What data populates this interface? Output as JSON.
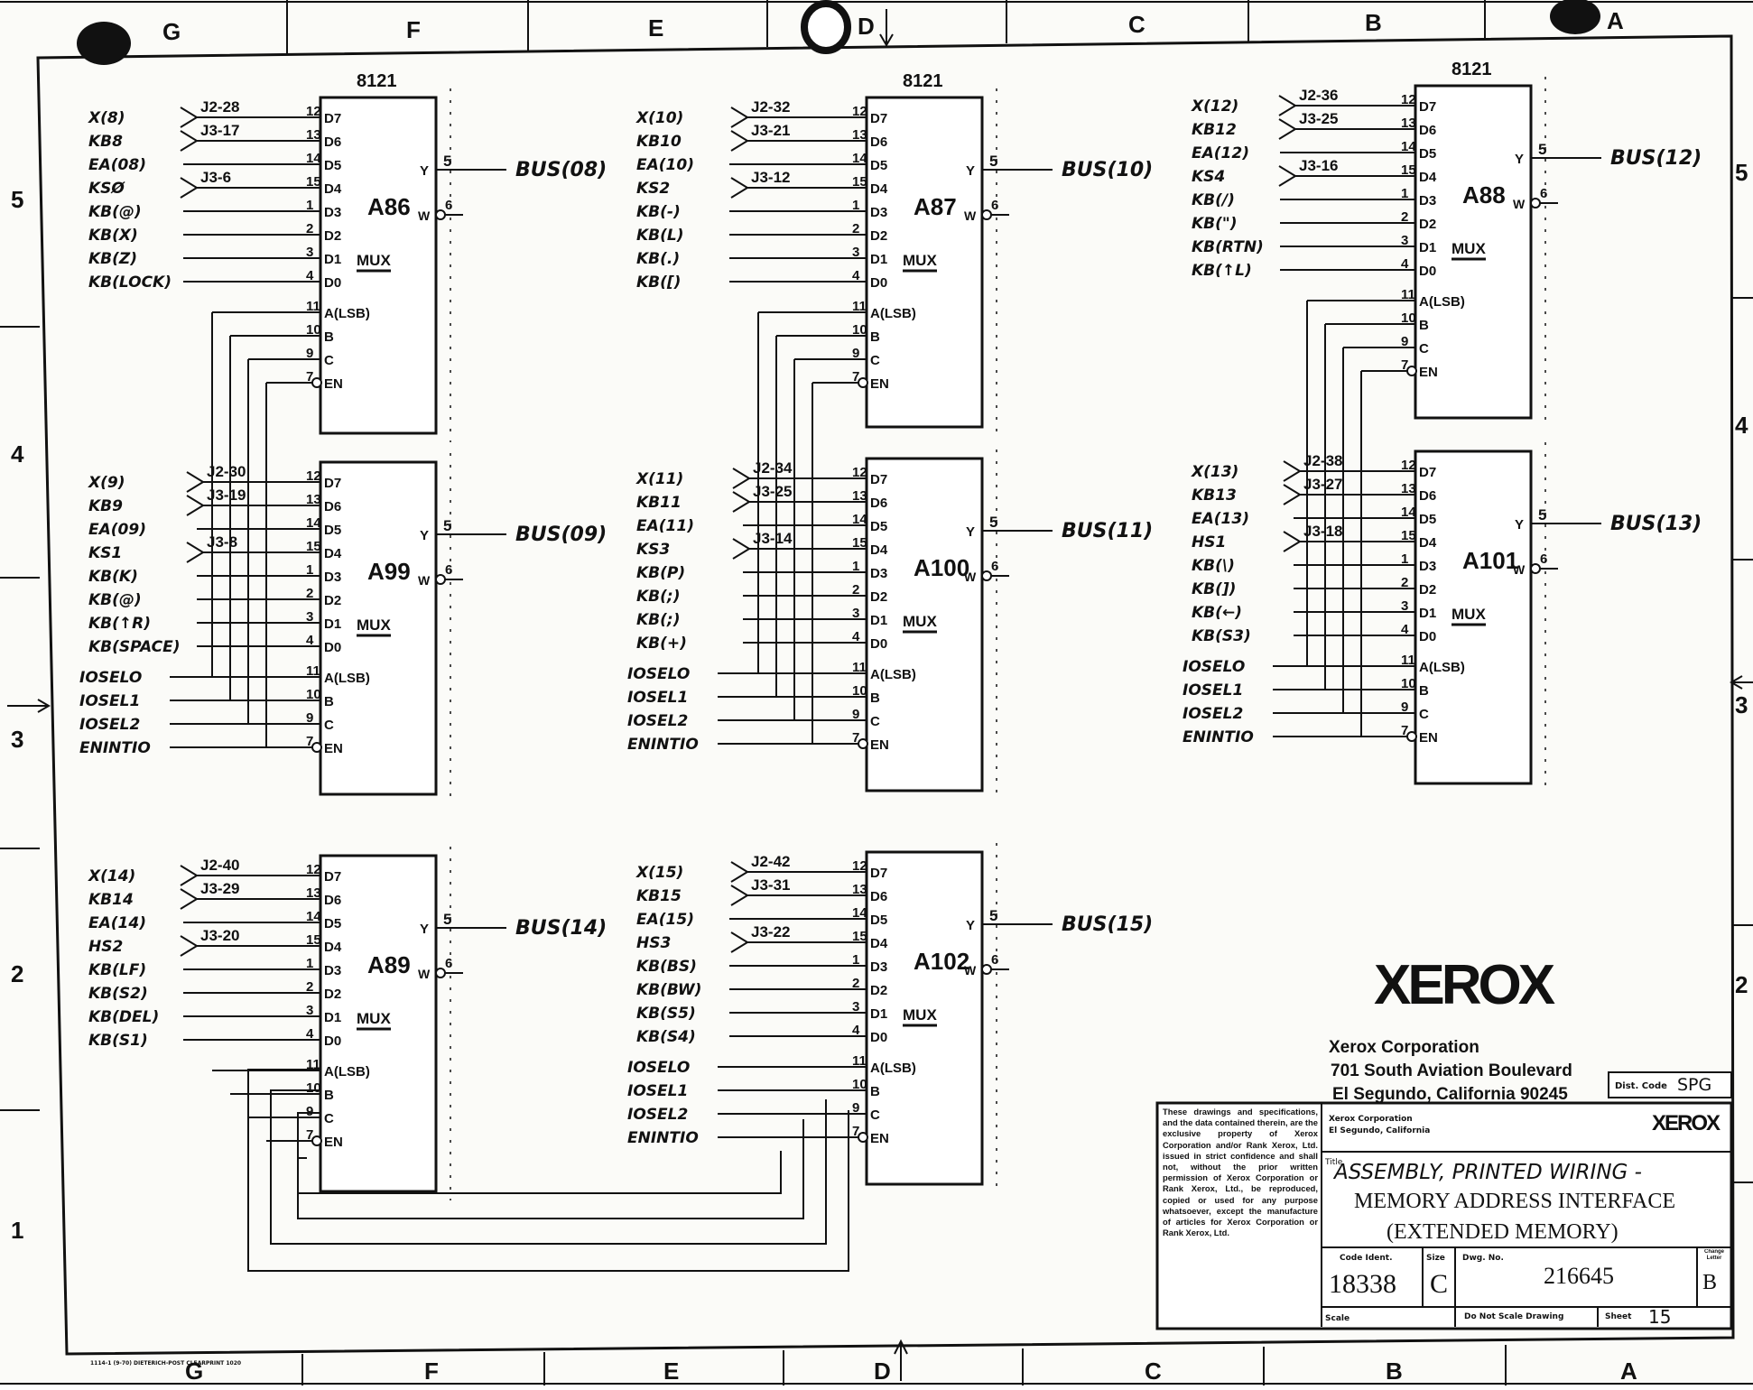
{
  "border": {
    "columns_top": [
      "G",
      "F",
      "E",
      "D",
      "C",
      "B",
      "A"
    ],
    "columns_bottom": [
      "G",
      "F",
      "E",
      "D",
      "C",
      "B",
      "A"
    ],
    "rows_left": [
      "5",
      "4",
      "3",
      "2",
      "1"
    ],
    "rows_right": [
      "5",
      "4",
      "3",
      "2"
    ],
    "print_mark": "1114-1 (9-70) DIETERICH-POST CLEARPRINT 1020"
  },
  "chips": [
    {
      "ref": "A86",
      "part": "8121",
      "type": "MUX",
      "bus": "BUS(08)",
      "inputs": [
        {
          "pin": "12",
          "name": "D7",
          "signal": "X(8)",
          "conn": "J2-28"
        },
        {
          "pin": "13",
          "name": "D6",
          "signal": "KB8",
          "conn": "J3-17"
        },
        {
          "pin": "14",
          "name": "D5",
          "signal": "EA(08)",
          "conn": ""
        },
        {
          "pin": "15",
          "name": "D4",
          "signal": "KSØ",
          "conn": "J3-6"
        },
        {
          "pin": "1",
          "name": "D3",
          "signal": "KB(@)",
          "conn": ""
        },
        {
          "pin": "2",
          "name": "D2",
          "signal": "KB(X)",
          "conn": ""
        },
        {
          "pin": "3",
          "name": "D1",
          "signal": "KB(Z)",
          "conn": ""
        },
        {
          "pin": "4",
          "name": "D0",
          "signal": "KB(LOCK)",
          "conn": ""
        }
      ],
      "sel": [
        {
          "pin": "11",
          "name": "A(LSB)",
          "signal": ""
        },
        {
          "pin": "10",
          "name": "B",
          "signal": ""
        },
        {
          "pin": "9",
          "name": "C",
          "signal": ""
        },
        {
          "pin": "7",
          "name": "EN",
          "signal": ""
        }
      ],
      "y_pin": "5",
      "w_pin": "6"
    },
    {
      "ref": "A99",
      "part": "",
      "type": "MUX",
      "bus": "BUS(09)",
      "inputs": [
        {
          "pin": "12",
          "name": "D7",
          "signal": "X(9)",
          "conn": "J2-30"
        },
        {
          "pin": "13",
          "name": "D6",
          "signal": "KB9",
          "conn": "J3-19"
        },
        {
          "pin": "14",
          "name": "D5",
          "signal": "EA(09)",
          "conn": ""
        },
        {
          "pin": "15",
          "name": "D4",
          "signal": "KS1",
          "conn": "J3-8"
        },
        {
          "pin": "1",
          "name": "D3",
          "signal": "KB(K)",
          "conn": ""
        },
        {
          "pin": "2",
          "name": "D2",
          "signal": "KB(@)",
          "conn": ""
        },
        {
          "pin": "3",
          "name": "D1",
          "signal": "KB(↑R)",
          "conn": ""
        },
        {
          "pin": "4",
          "name": "D0",
          "signal": "KB(SPACE)",
          "conn": ""
        }
      ],
      "sel": [
        {
          "pin": "11",
          "name": "A(LSB)",
          "signal": "IOSELO"
        },
        {
          "pin": "10",
          "name": "B",
          "signal": "IOSEL1"
        },
        {
          "pin": "9",
          "name": "C",
          "signal": "IOSEL2"
        },
        {
          "pin": "7",
          "name": "EN",
          "signal": "ENINTIO"
        }
      ],
      "y_pin": "5",
      "w_pin": "6"
    },
    {
      "ref": "A89",
      "part": "",
      "type": "MUX",
      "bus": "BUS(14)",
      "inputs": [
        {
          "pin": "12",
          "name": "D7",
          "signal": "X(14)",
          "conn": "J2-40"
        },
        {
          "pin": "13",
          "name": "D6",
          "signal": "KB14",
          "conn": "J3-29"
        },
        {
          "pin": "14",
          "name": "D5",
          "signal": "EA(14)",
          "conn": ""
        },
        {
          "pin": "15",
          "name": "D4",
          "signal": "HS2",
          "conn": "J3-20"
        },
        {
          "pin": "1",
          "name": "D3",
          "signal": "KB(LF)",
          "conn": ""
        },
        {
          "pin": "2",
          "name": "D2",
          "signal": "KB(S2)",
          "conn": ""
        },
        {
          "pin": "3",
          "name": "D1",
          "signal": "KB(DEL)",
          "conn": ""
        },
        {
          "pin": "4",
          "name": "D0",
          "signal": "KB(S1)",
          "conn": ""
        }
      ],
      "sel": [
        {
          "pin": "11",
          "name": "A(LSB)",
          "signal": ""
        },
        {
          "pin": "10",
          "name": "B",
          "signal": ""
        },
        {
          "pin": "9",
          "name": "C",
          "signal": ""
        },
        {
          "pin": "7",
          "name": "EN",
          "signal": ""
        }
      ],
      "y_pin": "5",
      "w_pin": "6"
    },
    {
      "ref": "A87",
      "part": "8121",
      "type": "MUX",
      "bus": "BUS(10)",
      "inputs": [
        {
          "pin": "12",
          "name": "D7",
          "signal": "X(10)",
          "conn": "J2-32"
        },
        {
          "pin": "13",
          "name": "D6",
          "signal": "KB10",
          "conn": "J3-21"
        },
        {
          "pin": "14",
          "name": "D5",
          "signal": "EA(10)",
          "conn": ""
        },
        {
          "pin": "15",
          "name": "D4",
          "signal": "KS2",
          "conn": "J3-12"
        },
        {
          "pin": "1",
          "name": "D3",
          "signal": "KB(-)",
          "conn": ""
        },
        {
          "pin": "2",
          "name": "D2",
          "signal": "KB(L)",
          "conn": ""
        },
        {
          "pin": "3",
          "name": "D1",
          "signal": "KB(.)",
          "conn": ""
        },
        {
          "pin": "4",
          "name": "D0",
          "signal": "KB([)",
          "conn": ""
        }
      ],
      "sel": [
        {
          "pin": "11",
          "name": "A(LSB)",
          "signal": ""
        },
        {
          "pin": "10",
          "name": "B",
          "signal": ""
        },
        {
          "pin": "9",
          "name": "C",
          "signal": ""
        },
        {
          "pin": "7",
          "name": "EN",
          "signal": ""
        }
      ],
      "y_pin": "5",
      "w_pin": "6"
    },
    {
      "ref": "A100",
      "part": "",
      "type": "MUX",
      "bus": "BUS(11)",
      "inputs": [
        {
          "pin": "12",
          "name": "D7",
          "signal": "X(11)",
          "conn": "J2-34"
        },
        {
          "pin": "13",
          "name": "D6",
          "signal": "KB11",
          "conn": "J3-25"
        },
        {
          "pin": "14",
          "name": "D5",
          "signal": "EA(11)",
          "conn": ""
        },
        {
          "pin": "15",
          "name": "D4",
          "signal": "KS3",
          "conn": "J3-14"
        },
        {
          "pin": "1",
          "name": "D3",
          "signal": "KB(P)",
          "conn": ""
        },
        {
          "pin": "2",
          "name": "D2",
          "signal": "KB(;)",
          "conn": ""
        },
        {
          "pin": "3",
          "name": "D1",
          "signal": "KB(;)",
          "conn": ""
        },
        {
          "pin": "4",
          "name": "D0",
          "signal": "KB(+)",
          "conn": ""
        }
      ],
      "sel": [
        {
          "pin": "11",
          "name": "A(LSB)",
          "signal": "IOSELO"
        },
        {
          "pin": "10",
          "name": "B",
          "signal": "IOSEL1"
        },
        {
          "pin": "9",
          "name": "C",
          "signal": "IOSEL2"
        },
        {
          "pin": "7",
          "name": "EN",
          "signal": "ENINTIO"
        }
      ],
      "y_pin": "5",
      "w_pin": "6"
    },
    {
      "ref": "A102",
      "part": "",
      "type": "MUX",
      "bus": "BUS(15)",
      "inputs": [
        {
          "pin": "12",
          "name": "D7",
          "signal": "X(15)",
          "conn": "J2-42"
        },
        {
          "pin": "13",
          "name": "D6",
          "signal": "KB15",
          "conn": "J3-31"
        },
        {
          "pin": "14",
          "name": "D5",
          "signal": "EA(15)",
          "conn": ""
        },
        {
          "pin": "15",
          "name": "D4",
          "signal": "HS3",
          "conn": "J3-22"
        },
        {
          "pin": "1",
          "name": "D3",
          "signal": "KB(BS)",
          "conn": ""
        },
        {
          "pin": "2",
          "name": "D2",
          "signal": "KB(BW)",
          "conn": ""
        },
        {
          "pin": "3",
          "name": "D1",
          "signal": "KB(S5)",
          "conn": ""
        },
        {
          "pin": "4",
          "name": "D0",
          "signal": "KB(S4)",
          "conn": ""
        }
      ],
      "sel": [
        {
          "pin": "11",
          "name": "A(LSB)",
          "signal": "IOSELO"
        },
        {
          "pin": "10",
          "name": "B",
          "signal": "IOSEL1"
        },
        {
          "pin": "9",
          "name": "C",
          "signal": "IOSEL2"
        },
        {
          "pin": "7",
          "name": "EN",
          "signal": "ENINTIO"
        }
      ],
      "y_pin": "5",
      "w_pin": "6"
    },
    {
      "ref": "A88",
      "part": "8121",
      "type": "MUX",
      "bus": "BUS(12)",
      "inputs": [
        {
          "pin": "12",
          "name": "D7",
          "signal": "X(12)",
          "conn": "J2-36"
        },
        {
          "pin": "13",
          "name": "D6",
          "signal": "KB12",
          "conn": "J3-25"
        },
        {
          "pin": "14",
          "name": "D5",
          "signal": "EA(12)",
          "conn": ""
        },
        {
          "pin": "15",
          "name": "D4",
          "signal": "KS4",
          "conn": "J3-16"
        },
        {
          "pin": "1",
          "name": "D3",
          "signal": "KB(/)",
          "conn": ""
        },
        {
          "pin": "2",
          "name": "D2",
          "signal": "KB(\")",
          "conn": ""
        },
        {
          "pin": "3",
          "name": "D1",
          "signal": "KB(RTN)",
          "conn": ""
        },
        {
          "pin": "4",
          "name": "D0",
          "signal": "KB(↑L)",
          "conn": ""
        }
      ],
      "sel": [
        {
          "pin": "11",
          "name": "A(LSB)",
          "signal": ""
        },
        {
          "pin": "10",
          "name": "B",
          "signal": ""
        },
        {
          "pin": "9",
          "name": "C",
          "signal": ""
        },
        {
          "pin": "7",
          "name": "EN",
          "signal": ""
        }
      ],
      "y_pin": "5",
      "w_pin": "6"
    },
    {
      "ref": "A101",
      "part": "",
      "type": "MUX",
      "bus": "BUS(13)",
      "inputs": [
        {
          "pin": "12",
          "name": "D7",
          "signal": "X(13)",
          "conn": "J2-38"
        },
        {
          "pin": "13",
          "name": "D6",
          "signal": "KB13",
          "conn": "J3-27"
        },
        {
          "pin": "14",
          "name": "D5",
          "signal": "EA(13)",
          "conn": ""
        },
        {
          "pin": "15",
          "name": "D4",
          "signal": "HS1",
          "conn": "J3-18"
        },
        {
          "pin": "1",
          "name": "D3",
          "signal": "KB(\\)",
          "conn": ""
        },
        {
          "pin": "2",
          "name": "D2",
          "signal": "KB(])",
          "conn": ""
        },
        {
          "pin": "3",
          "name": "D1",
          "signal": "KB(←)",
          "conn": ""
        },
        {
          "pin": "4",
          "name": "D0",
          "signal": "KB(S3)",
          "conn": ""
        }
      ],
      "sel": [
        {
          "pin": "11",
          "name": "A(LSB)",
          "signal": "IOSELO"
        },
        {
          "pin": "10",
          "name": "B",
          "signal": "IOSEL1"
        },
        {
          "pin": "9",
          "name": "C",
          "signal": "IOSEL2"
        },
        {
          "pin": "7",
          "name": "EN",
          "signal": "ENINTIO"
        }
      ],
      "y_pin": "5",
      "w_pin": "6"
    }
  ],
  "logo": "XEROX",
  "address": {
    "line1": "Xerox Corporation",
    "line2": "701 South Aviation Boulevard",
    "line3": "El Segundo, California 90245"
  },
  "title_block": {
    "dist_code_label": "Dist. Code",
    "dist_code": "SPG",
    "notice": "These drawings and specifications, and the data contained therein, are the exclusive property of Xerox Corporation and/or Rank Xerox, Ltd. issued in strict confidence and shall not, without the prior written permission of Xerox Corporation or Rank Xerox, Ltd., be reproduced, copied or used for any purpose whatsoever, except the manufacture of articles for Xerox Corporation or Rank Xerox, Ltd.",
    "company_line1": "Xerox Corporation",
    "company_line2": "El Segundo, California",
    "logo": "XEROX",
    "title_label": "Title",
    "title1": "ASSEMBLY, PRINTED WIRING -",
    "title2": "MEMORY ADDRESS INTERFACE",
    "title3": "(EXTENDED MEMORY)",
    "code_ident_label": "Code Ident.",
    "code_ident": "18338",
    "size_label": "Size",
    "size": "C",
    "dwg_no_label": "Dwg. No.",
    "dwg_no": "216645",
    "change_letter_label": "Change Letter",
    "change_letter": "B",
    "scale_label": "Scale",
    "do_not_scale": "Do Not Scale Drawing",
    "sheet_label": "Sheet",
    "sheet": "15"
  }
}
